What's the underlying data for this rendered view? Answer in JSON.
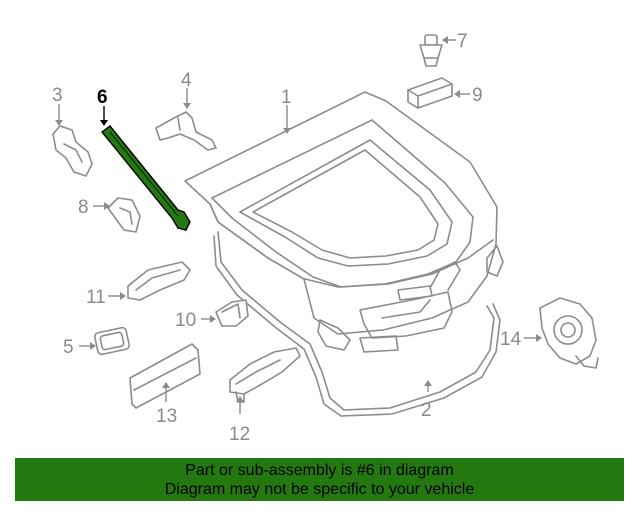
{
  "diagram": {
    "highlighted_part": "6",
    "highlight_color": "#23780f",
    "line_color": "#8c8c8c",
    "callouts": {
      "c1": "1",
      "c2": "2",
      "c3": "3",
      "c4": "4",
      "c5": "5",
      "c6": "6",
      "c7": "7",
      "c8": "8",
      "c9": "9",
      "c10": "10",
      "c11": "11",
      "c12": "12",
      "c13": "13",
      "c14": "14"
    }
  },
  "banner": {
    "line1": "Part or sub-assembly is #6 in diagram",
    "line2": "Diagram may not be specific to your vehicle",
    "background": "#23780f"
  }
}
